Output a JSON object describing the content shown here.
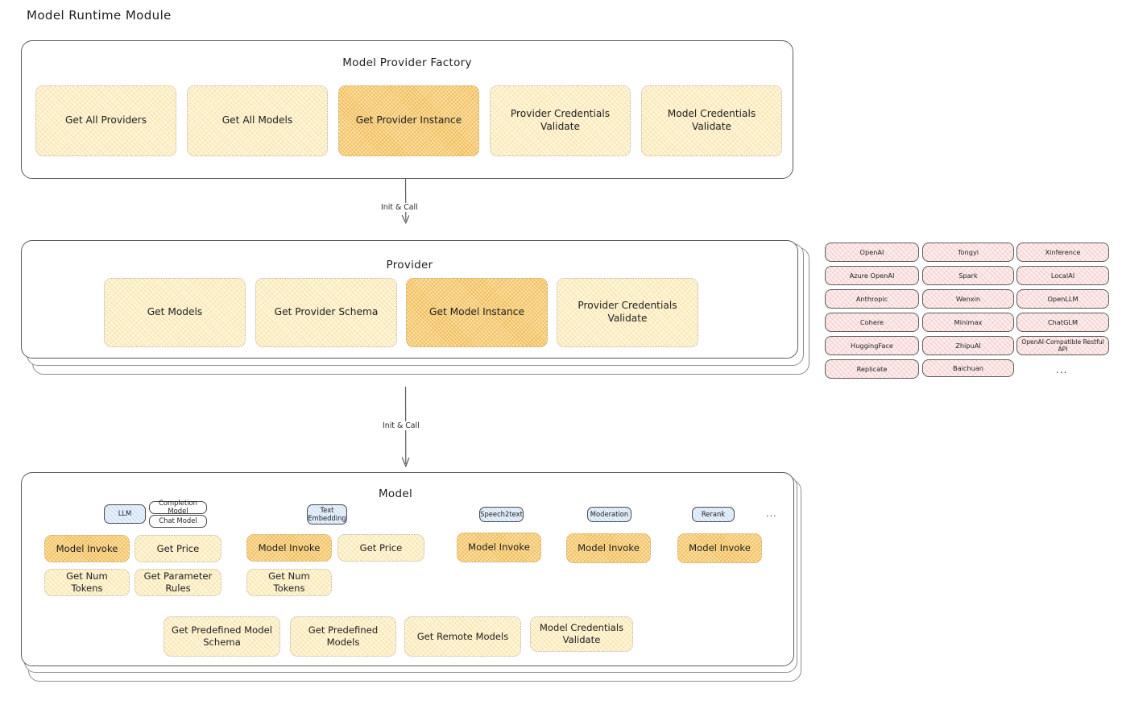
{
  "page": {
    "title": "Model Runtime Module"
  },
  "colors": {
    "card_fill": "#fdf6dd",
    "card_highlight_fill": "#fbe2ab",
    "chip_fill": "#fdeeee",
    "badge_fill": "#e5f0fb",
    "stroke": "#5c5c5c",
    "text": "#1e1e1e"
  },
  "factory": {
    "title": "Model Provider Factory",
    "items": [
      {
        "label": "Get All Providers",
        "highlight": false
      },
      {
        "label": "Get All Models",
        "highlight": false
      },
      {
        "label": "Get Provider Instance",
        "highlight": true
      },
      {
        "label": "Provider Credentials Validate",
        "highlight": false
      },
      {
        "label": "Model Credentials Validate",
        "highlight": false
      }
    ]
  },
  "arrows": [
    {
      "label": "Init & Call"
    },
    {
      "label": "Init & Call"
    }
  ],
  "provider": {
    "title": "Provider",
    "items": [
      {
        "label": "Get Models",
        "highlight": false
      },
      {
        "label": "Get Provider Schema",
        "highlight": false
      },
      {
        "label": "Get Model Instance",
        "highlight": true
      },
      {
        "label": "Provider Credentials Validate",
        "highlight": false
      }
    ],
    "stack_layers": 2
  },
  "provider_list": {
    "columns": [
      {
        "chips": [
          "OpenAI",
          "Azure OpenAI",
          "Anthropic",
          "Cohere",
          "HuggingFace",
          "Replicate"
        ]
      },
      {
        "chips": [
          "Tongyi",
          "Spark",
          "Wenxin",
          "Minimax",
          "ZhipuAI",
          "Baichuan"
        ]
      },
      {
        "chips": [
          "Xinference",
          "LocalAI",
          "OpenLLM",
          "ChatGLM",
          "OpenAI-Compatible Restful API"
        ],
        "ellipsis": "..."
      }
    ]
  },
  "model": {
    "title": "Model",
    "stack_layers": 2,
    "ellipsis": "...",
    "groups": [
      {
        "badge": "LLM",
        "sub_badges": [
          "Completion Model",
          "Chat Model"
        ],
        "items": [
          {
            "label": "Model Invoke",
            "highlight": true
          },
          {
            "label": "Get Price",
            "highlight": false
          },
          {
            "label": "Get Num Tokens",
            "highlight": false
          },
          {
            "label": "Get Parameter Rules",
            "highlight": false
          }
        ]
      },
      {
        "badge": "Text Embedding",
        "sub_badges": [],
        "items": [
          {
            "label": "Model Invoke",
            "highlight": true
          },
          {
            "label": "Get Price",
            "highlight": false
          },
          {
            "label": "Get Num Tokens",
            "highlight": false
          }
        ]
      },
      {
        "badge": "Speech2text",
        "sub_badges": [],
        "items": [
          {
            "label": "Model Invoke",
            "highlight": true
          }
        ]
      },
      {
        "badge": "Moderation",
        "sub_badges": [],
        "items": [
          {
            "label": "Model Invoke",
            "highlight": true
          }
        ]
      },
      {
        "badge": "Rerank",
        "sub_badges": [],
        "items": [
          {
            "label": "Model Invoke",
            "highlight": true
          }
        ]
      }
    ],
    "common_items": [
      "Get Predefined Model Schema",
      "Get Predefined Models",
      "Get Remote Models",
      "Model Credentials Validate"
    ]
  }
}
